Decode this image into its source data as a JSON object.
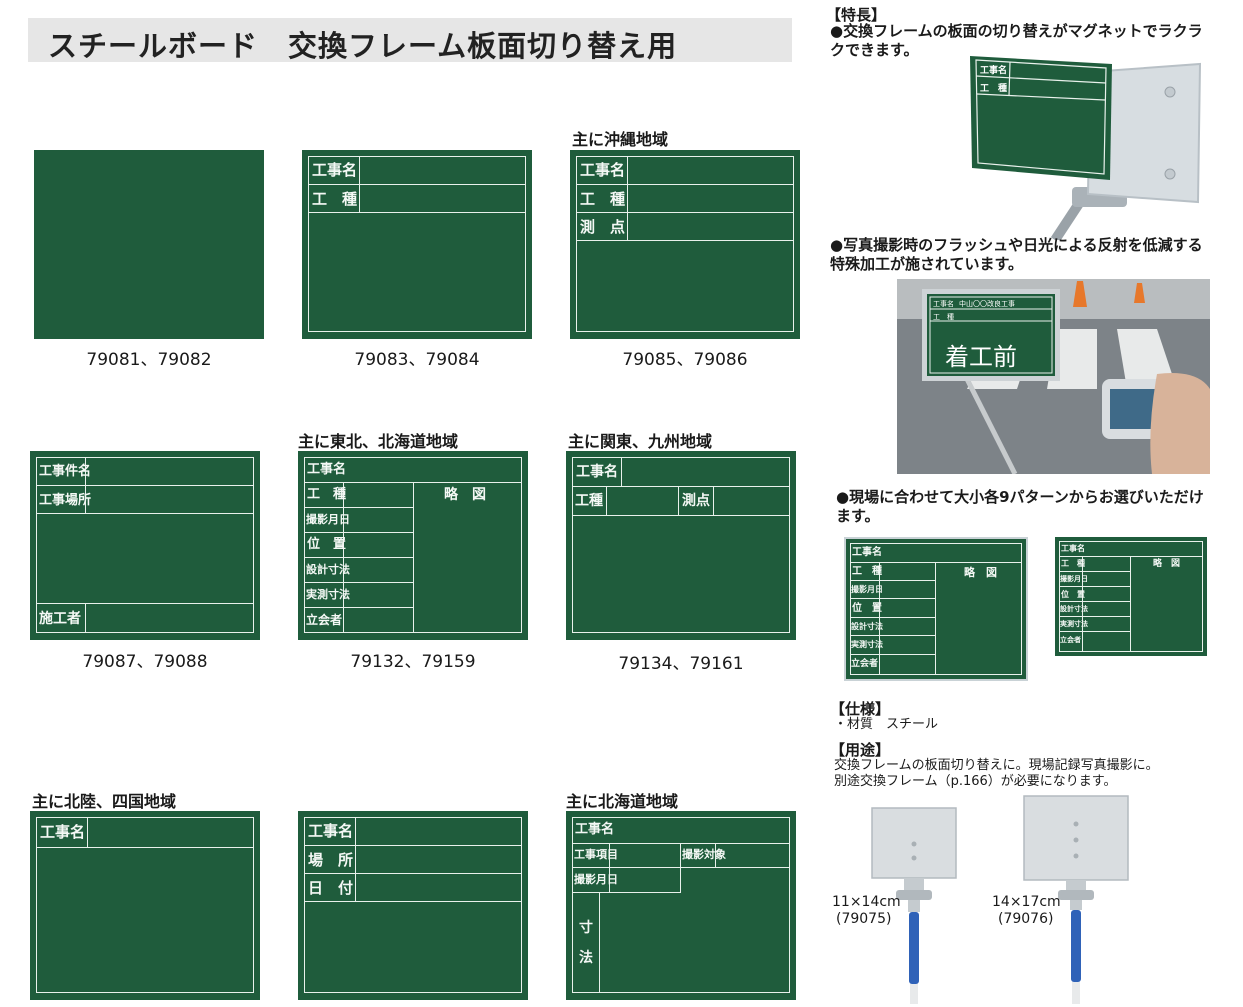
{
  "title": "スチールボード　交換フレーム板面切り替え用",
  "boards": [
    {
      "code": "79081、79082"
    },
    {
      "code": "79083、79084",
      "labels": [
        "工事名",
        "工　種"
      ]
    },
    {
      "region": "主に沖縄地域",
      "code": "79085、79086",
      "labels": [
        "工事名",
        "工　種",
        "測　点"
      ]
    },
    {
      "code": "79087、79088",
      "labels": [
        "工事件名",
        "工事場所",
        "施工者"
      ]
    },
    {
      "region": "主に東北、北海道地域",
      "code": "79132、79159",
      "labels": [
        "工事名",
        "工　種",
        "撮影月日",
        "位　置",
        "設計寸法",
        "実測寸法",
        "立会者",
        "略　図"
      ]
    },
    {
      "region": "主に関東、九州地域",
      "code": "79134、79161",
      "labels": [
        "工事名",
        "工種",
        "測点"
      ]
    },
    {
      "region": "主に北陸、四国地域",
      "labels": [
        "工事名"
      ]
    },
    {
      "labels": [
        "工事名",
        "場　所",
        "日　付"
      ]
    },
    {
      "region": "主に北海道地域",
      "labels": [
        "工事名",
        "工事項目",
        "撮影対象",
        "撮影月日",
        "寸",
        "法"
      ]
    }
  ],
  "features": {
    "heading": "【特長】",
    "item1": "●交換フレームの板面の切り替えがマグネットでラクラクできます。",
    "item2": "●写真撮影時のフラッシュや日光による反射を低減する特殊加工が施されています。",
    "item3": "●現場に合わせて大小各9パターンからお選びいただけます。",
    "photo1_labels": [
      "工事名",
      "工　種"
    ],
    "photo2_labels": [
      "工事名",
      "工　種"
    ],
    "photo2_handwriting": "着工前",
    "photo2_small_text": "中山〇〇改良工事"
  },
  "samples": {
    "a_labels": [
      "工事名",
      "工　種",
      "撮影月日",
      "位　置",
      "設計寸法",
      "実測寸法",
      "立会者",
      "略　図"
    ],
    "b_labels": [
      "工事名",
      "工　種",
      "撮影月日",
      "位　置",
      "設計寸法",
      "実測寸法",
      "立会者",
      "略　図"
    ]
  },
  "spec": {
    "heading": "【仕様】",
    "material": "・材質　スチール"
  },
  "usage": {
    "heading": "【用途】",
    "line1": "交換フレームの板面切り替えに。現場記録写真撮影に。",
    "line2": "別途交換フレーム（p.166）が必要になります。"
  },
  "frames": [
    {
      "size": "11×14cm",
      "code": "(79075)"
    },
    {
      "size": "14×17cm",
      "code": "(79076)"
    }
  ],
  "colors": {
    "board": "#1f5c3c",
    "line": "#e9f1ec",
    "title_bg": "#e6e6e6",
    "pole": "#2f62b8"
  }
}
